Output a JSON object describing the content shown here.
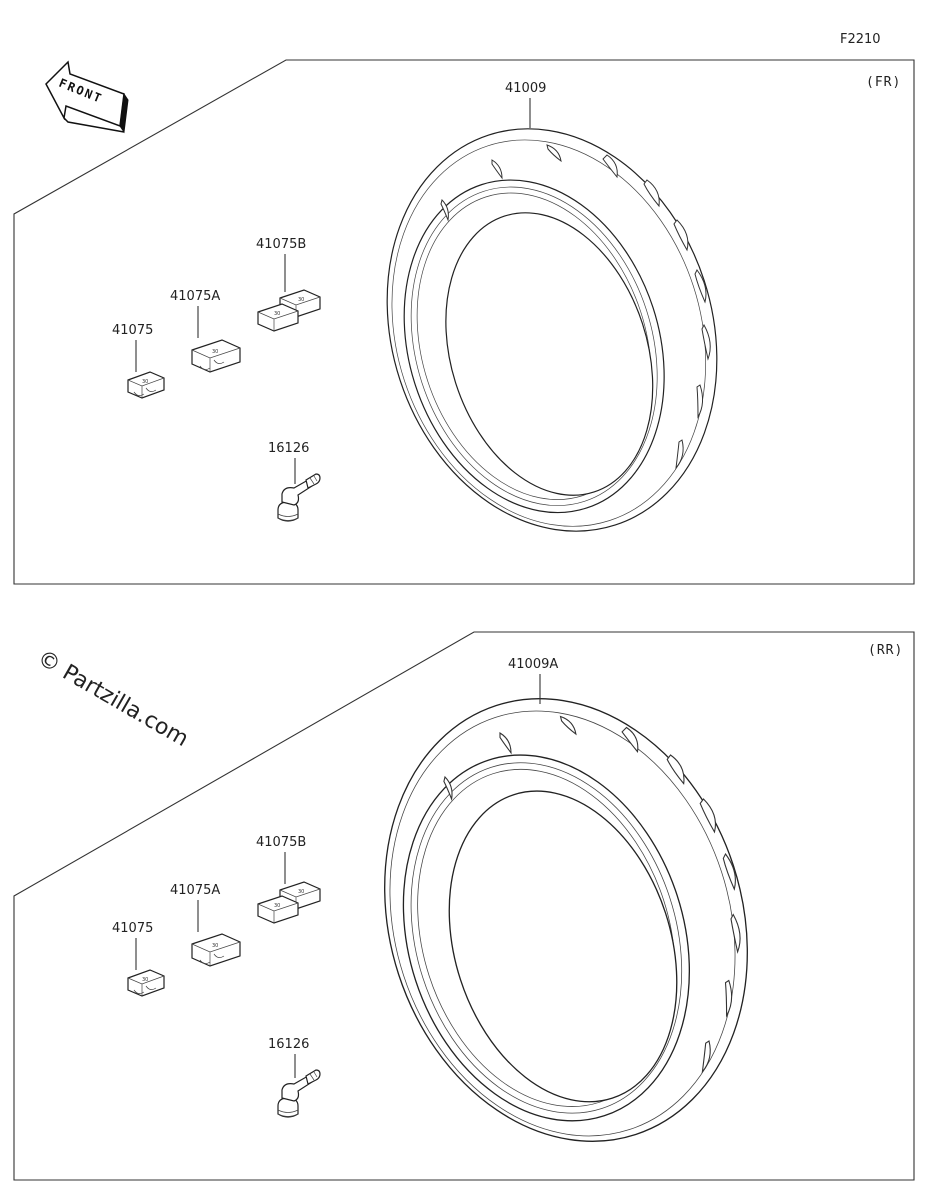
{
  "figure_code": "F2210",
  "watermark": "© Partzilla.com",
  "front_label": "FRONT",
  "sections": [
    {
      "id": "front",
      "tag": "(FR)",
      "parts": {
        "tire": "41009",
        "weight_b": "41075B",
        "weight_a": "41075A",
        "weight": "41075",
        "valve": "16126"
      }
    },
    {
      "id": "rear",
      "tag": "(RR)",
      "parts": {
        "tire": "41009A",
        "weight_b": "41075B",
        "weight_a": "41075A",
        "weight": "41075",
        "valve": "16126"
      }
    }
  ]
}
